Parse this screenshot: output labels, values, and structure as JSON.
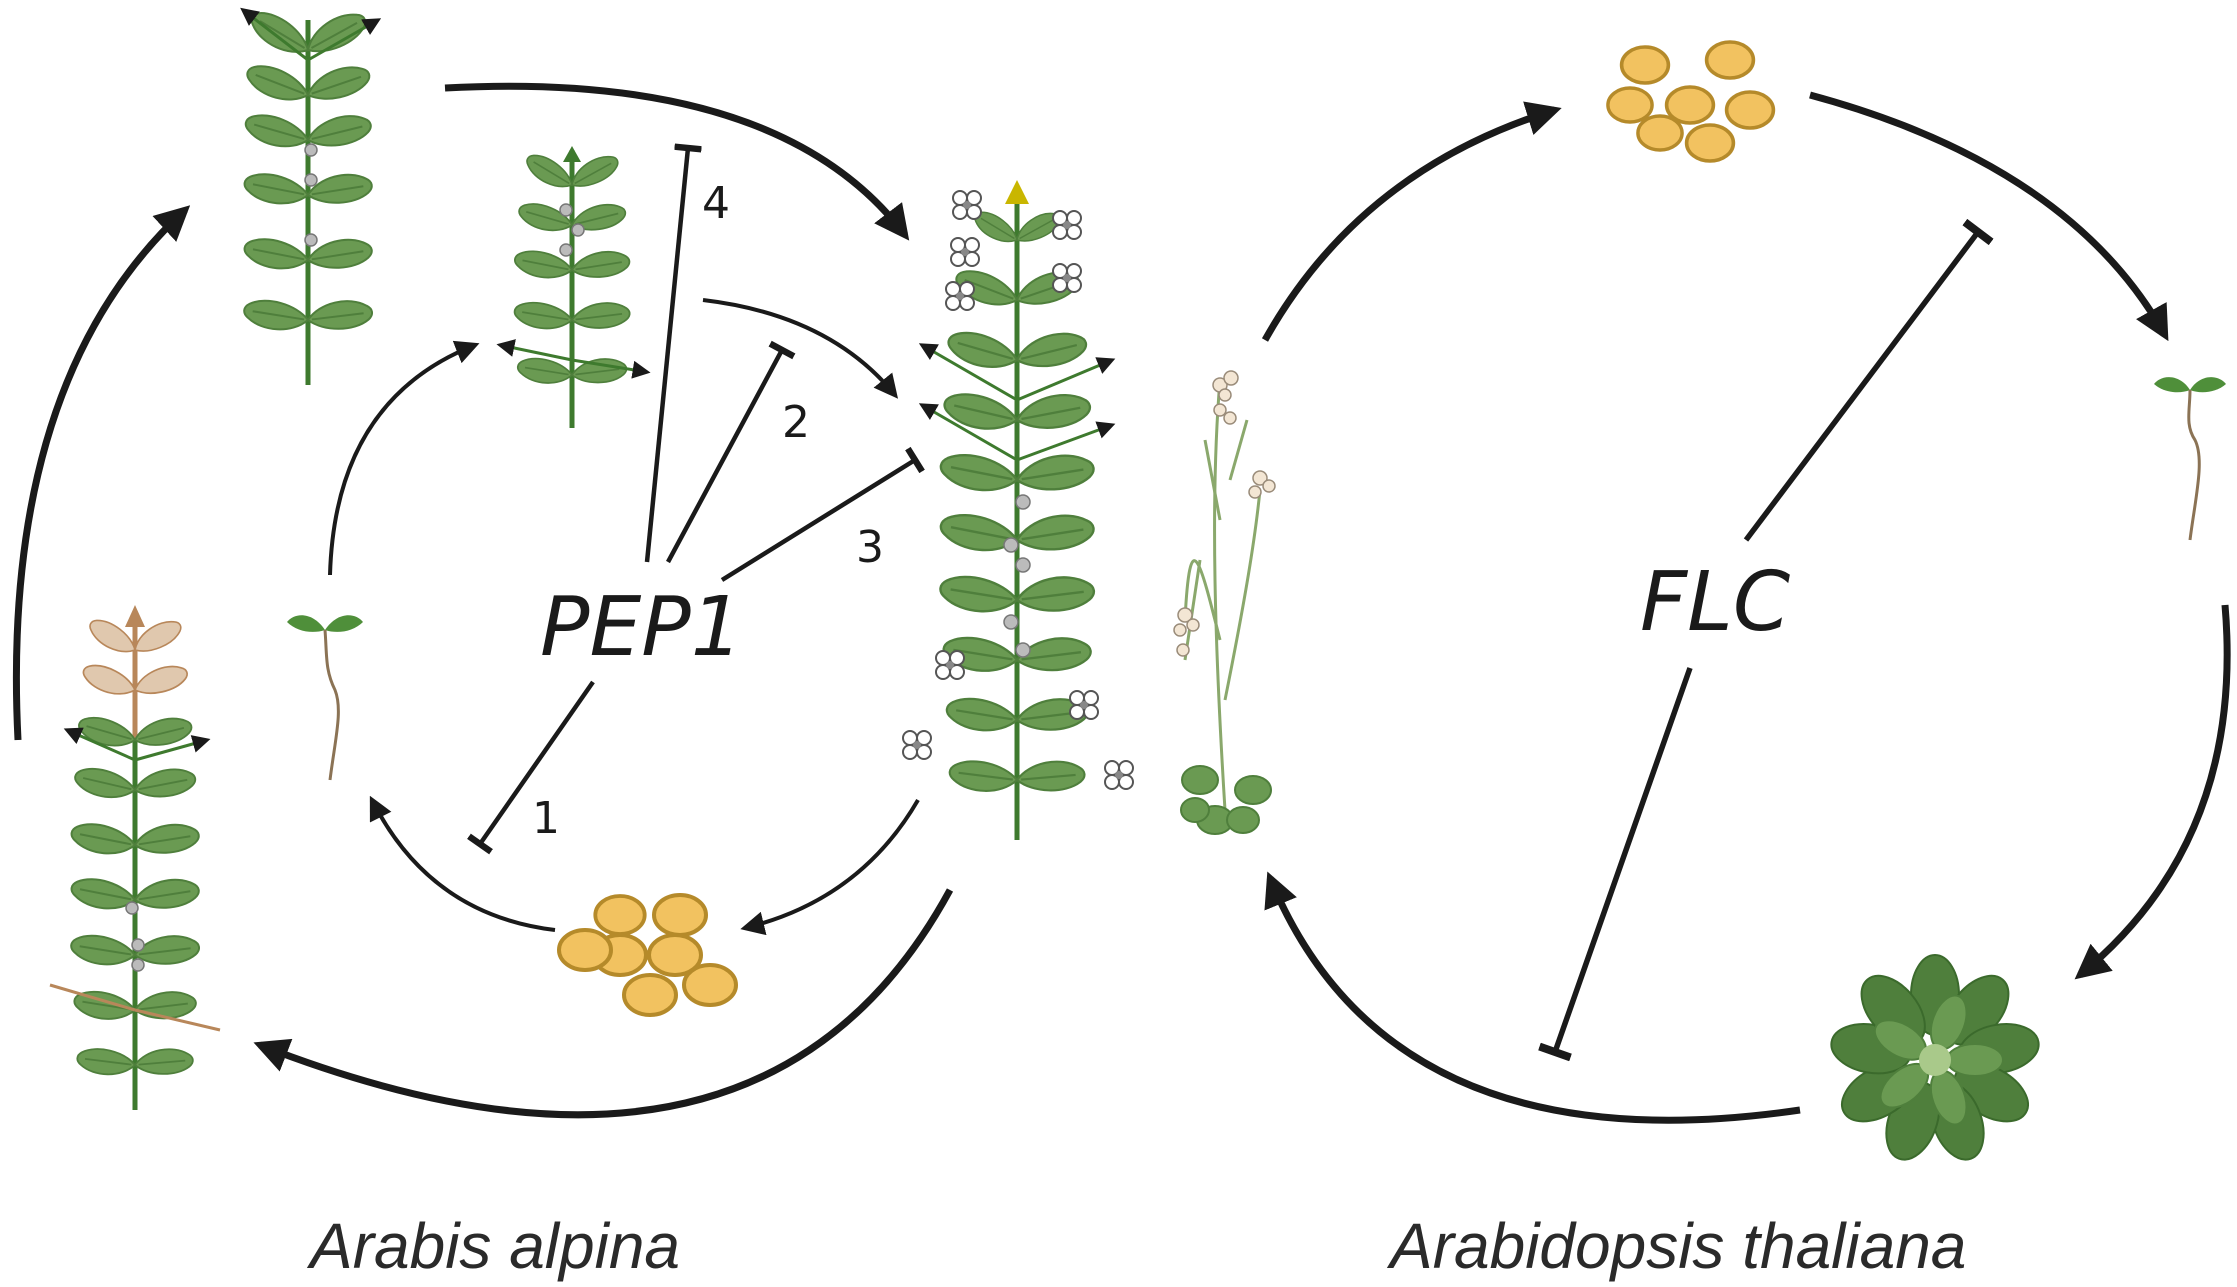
{
  "left_panel": {
    "gene": "PEP1",
    "species": "Arabis alpina",
    "repression_numbers": [
      "1",
      "2",
      "3",
      "4"
    ],
    "stages": [
      "seedling",
      "juvenile plant",
      "flowering plant",
      "seeds",
      "senescing shoot",
      "vegetative shoot"
    ]
  },
  "right_panel": {
    "gene": "FLC",
    "species": "Arabidopsis thaliana",
    "stages": [
      "seeds",
      "seedling",
      "rosette",
      "flowering plant"
    ]
  },
  "colors": {
    "leaf": "#6a9a52",
    "leaf_dark": "#4f7f3c",
    "stem": "#3e7a2e",
    "seed_fill": "#f2c260",
    "seed_edge": "#b58a2a",
    "senescent": "#b8875a",
    "arrow": "#1a1a1a"
  }
}
